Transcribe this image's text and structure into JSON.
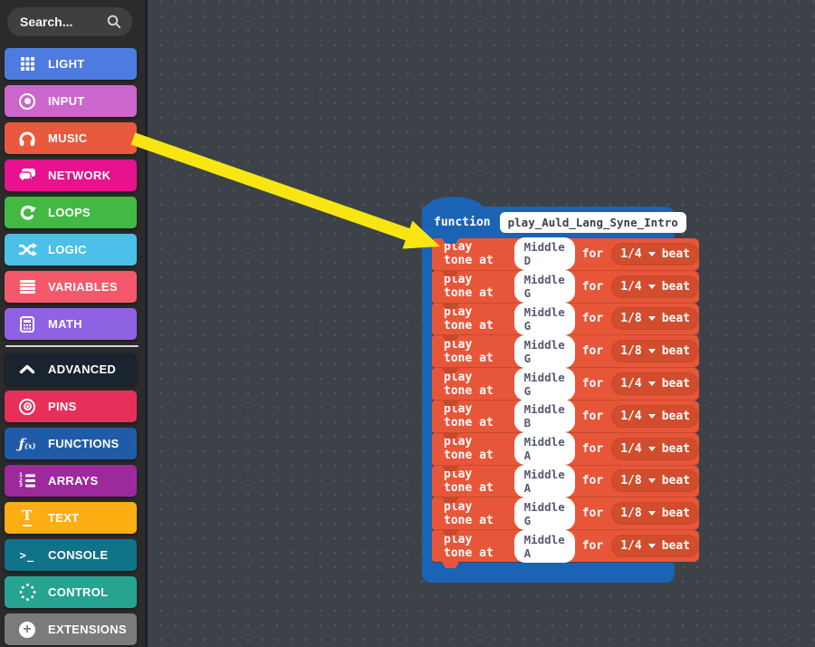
{
  "sidebar": {
    "search": {
      "placeholder": "Search..."
    },
    "categories": [
      {
        "label": "LIGHT",
        "icon": "grid-icon",
        "color": "#4d7be0"
      },
      {
        "label": "INPUT",
        "icon": "dot-circle-icon",
        "color": "#cc66cc"
      },
      {
        "label": "MUSIC",
        "icon": "headphones-icon",
        "color": "#e8593e"
      },
      {
        "label": "NETWORK",
        "icon": "chat-bubbles-icon",
        "color": "#e6128e"
      },
      {
        "label": "LOOPS",
        "icon": "loop-arrow-icon",
        "color": "#43b944"
      },
      {
        "label": "LOGIC",
        "icon": "shuffle-icon",
        "color": "#4cc0e8"
      },
      {
        "label": "VARIABLES",
        "icon": "list-lines-icon",
        "color": "#f4596b"
      },
      {
        "label": "MATH",
        "icon": "calculator-icon",
        "color": "#8f62e4"
      },
      {
        "label": "ADVANCED",
        "icon": "chevron-up-icon",
        "color": "#1a242e"
      },
      {
        "label": "PINS",
        "icon": "bullseye-icon",
        "color": "#e73059"
      },
      {
        "label": "FUNCTIONS",
        "icon": "fx-icon",
        "color": "#205ba8"
      },
      {
        "label": "ARRAYS",
        "icon": "numbered-list-icon",
        "color": "#9c2a9c"
      },
      {
        "label": "TEXT",
        "icon": "text-height-icon",
        "color": "#fcae13"
      },
      {
        "label": "CONSOLE",
        "icon": "terminal-icon",
        "color": "#10738a"
      },
      {
        "label": "CONTROL",
        "icon": "dotted-circle-icon",
        "color": "#27a392"
      },
      {
        "label": "EXTENSIONS",
        "icon": "plus-circle-icon",
        "color": "#7b7b7b"
      }
    ]
  },
  "workspace": {
    "function_block": {
      "keyword": "function",
      "name": "play_Auld_Lang_Syne_Intro",
      "color": "#1a63b5"
    },
    "block_labels": {
      "play_tone_at": "play tone at",
      "for": "for",
      "beat": "beat"
    },
    "statement_color": "#e8563a",
    "dropdown_color": "#d14d2e",
    "statements": [
      {
        "note": "Middle D",
        "duration": "1/4"
      },
      {
        "note": "Middle G",
        "duration": "1/4"
      },
      {
        "note": "Middle G",
        "duration": "1/8"
      },
      {
        "note": "Middle G",
        "duration": "1/8"
      },
      {
        "note": "Middle G",
        "duration": "1/4"
      },
      {
        "note": "Middle B",
        "duration": "1/4"
      },
      {
        "note": "Middle A",
        "duration": "1/4"
      },
      {
        "note": "Middle A",
        "duration": "1/8"
      },
      {
        "note": "Middle G",
        "duration": "1/8"
      },
      {
        "note": "Middle A",
        "duration": "1/4"
      }
    ]
  },
  "annotation": {
    "arrow_color": "#f7e611"
  }
}
